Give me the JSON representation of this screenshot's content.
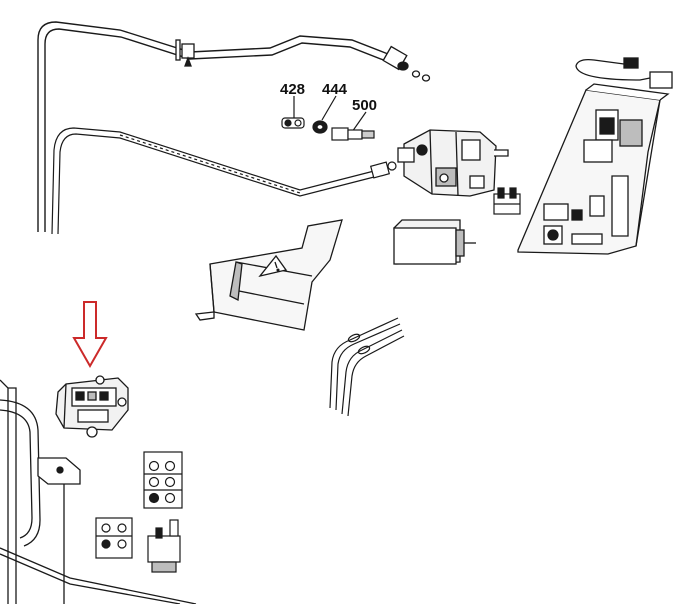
{
  "part_numbers": [
    "428",
    "444",
    "500"
  ],
  "colors": {
    "line": "#1a1a1a",
    "fill": "#f2f2f2",
    "shade": "#bdbdbd",
    "arrow": "#cc2a2a"
  },
  "icons": {
    "warning": "warning-triangle-icon",
    "arrow": "arrow-down-icon"
  }
}
